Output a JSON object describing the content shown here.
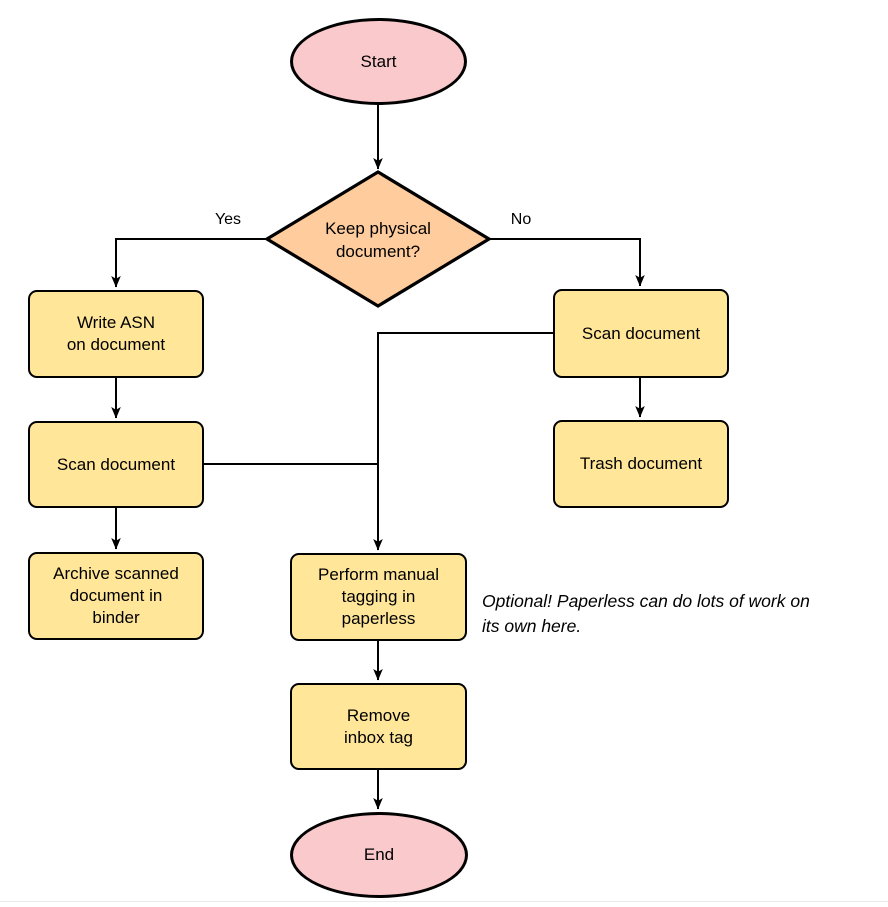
{
  "nodes": {
    "start": "Start",
    "decision": "Keep physical\ndocument?",
    "write_asn": "Write ASN\non document",
    "scan_left": "Scan document",
    "archive": "Archive scanned\ndocument in\nbinder",
    "scan_right": "Scan document",
    "trash": "Trash document",
    "tagging": "Perform manual\ntagging in\npaperless",
    "remove_inbox": "Remove\ninbox tag",
    "end": "End"
  },
  "edge_labels": {
    "yes": "Yes",
    "no": "No"
  },
  "annotation": "Optional! Paperless can do lots of work on\nits own here.",
  "colors": {
    "terminal_fill": "#F9C9CC",
    "decision_fill": "#FFCC9E",
    "process_fill": "#FFE699",
    "stroke": "#000000",
    "rule_color": "#EBEBEB"
  }
}
